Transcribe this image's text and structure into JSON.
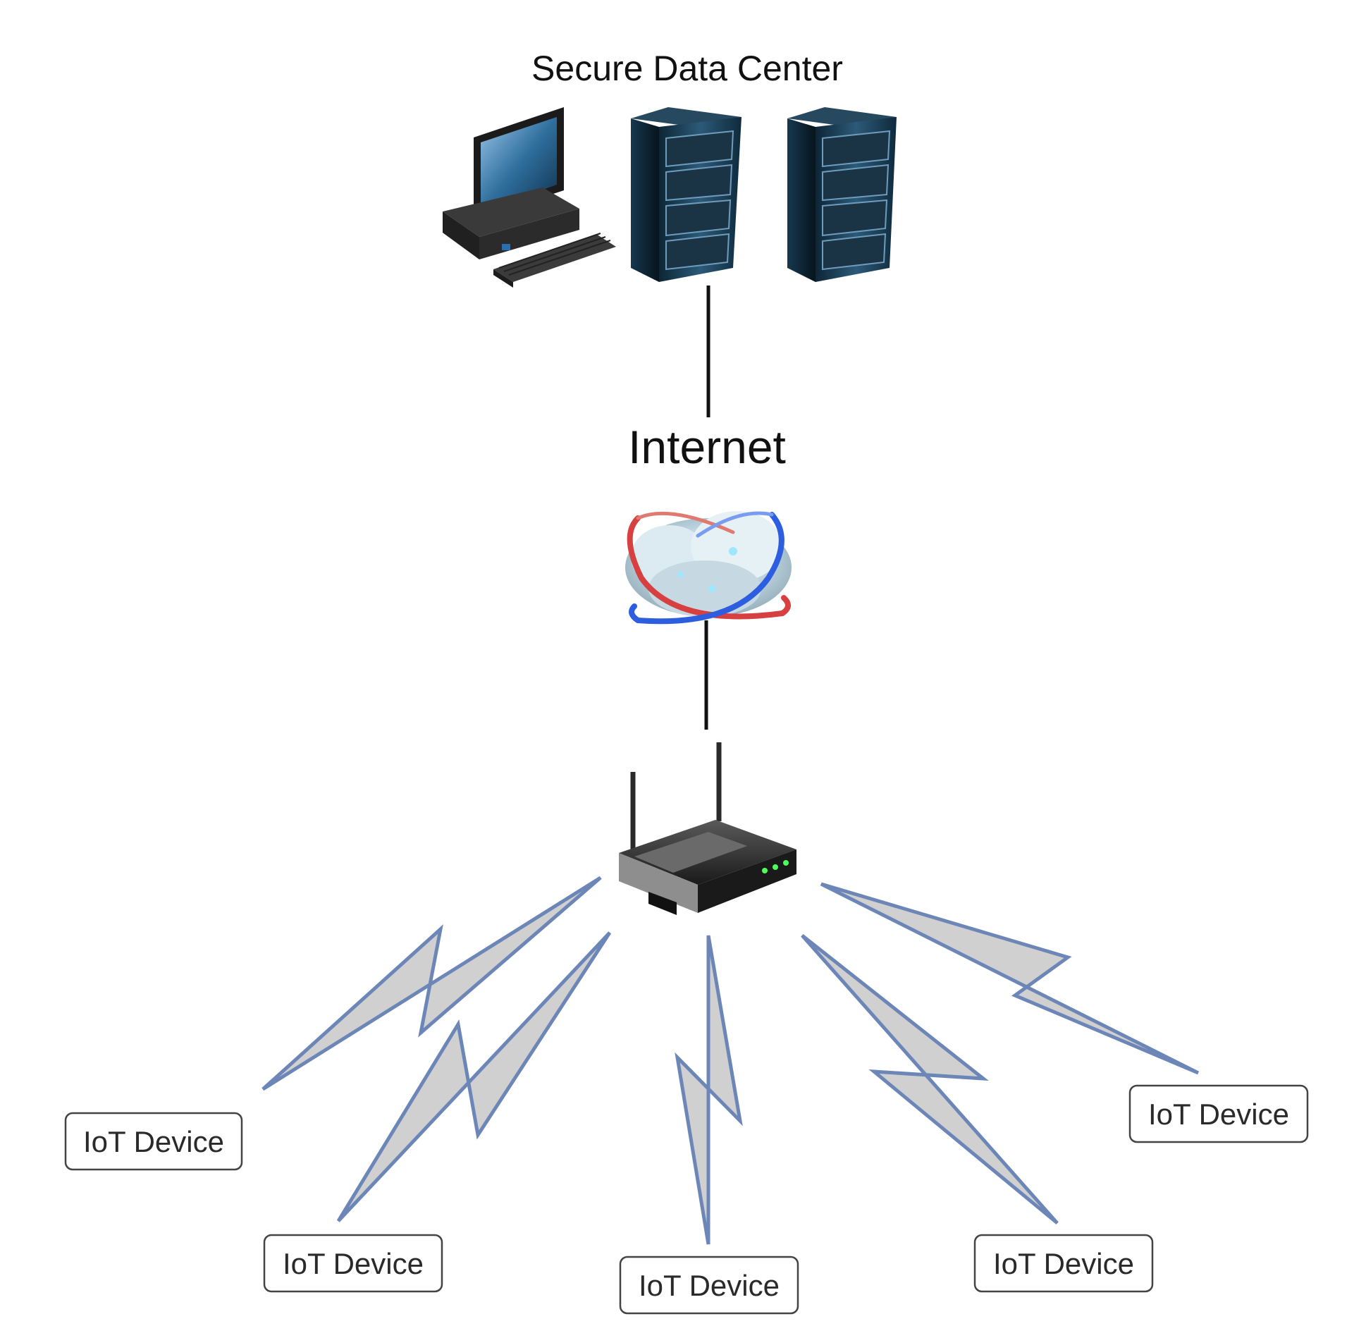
{
  "diagram": {
    "title": "Secure Data Center",
    "internet_label": "Internet",
    "devices": [
      {
        "label": "IoT Device"
      },
      {
        "label": "IoT Device"
      },
      {
        "label": "IoT Device"
      },
      {
        "label": "IoT Device"
      },
      {
        "label": "IoT Device"
      }
    ],
    "icons": [
      "desktop-computer-icon",
      "server-rack-icon",
      "server-rack-icon",
      "cloud-globe-icon",
      "wireless-router-icon"
    ]
  },
  "colors": {
    "background": "#ffffff",
    "bolt_fill": "#d0d0d0",
    "bolt_stroke": "#6c86b8",
    "connector": "#111111",
    "router_led": "#4dff5a"
  }
}
